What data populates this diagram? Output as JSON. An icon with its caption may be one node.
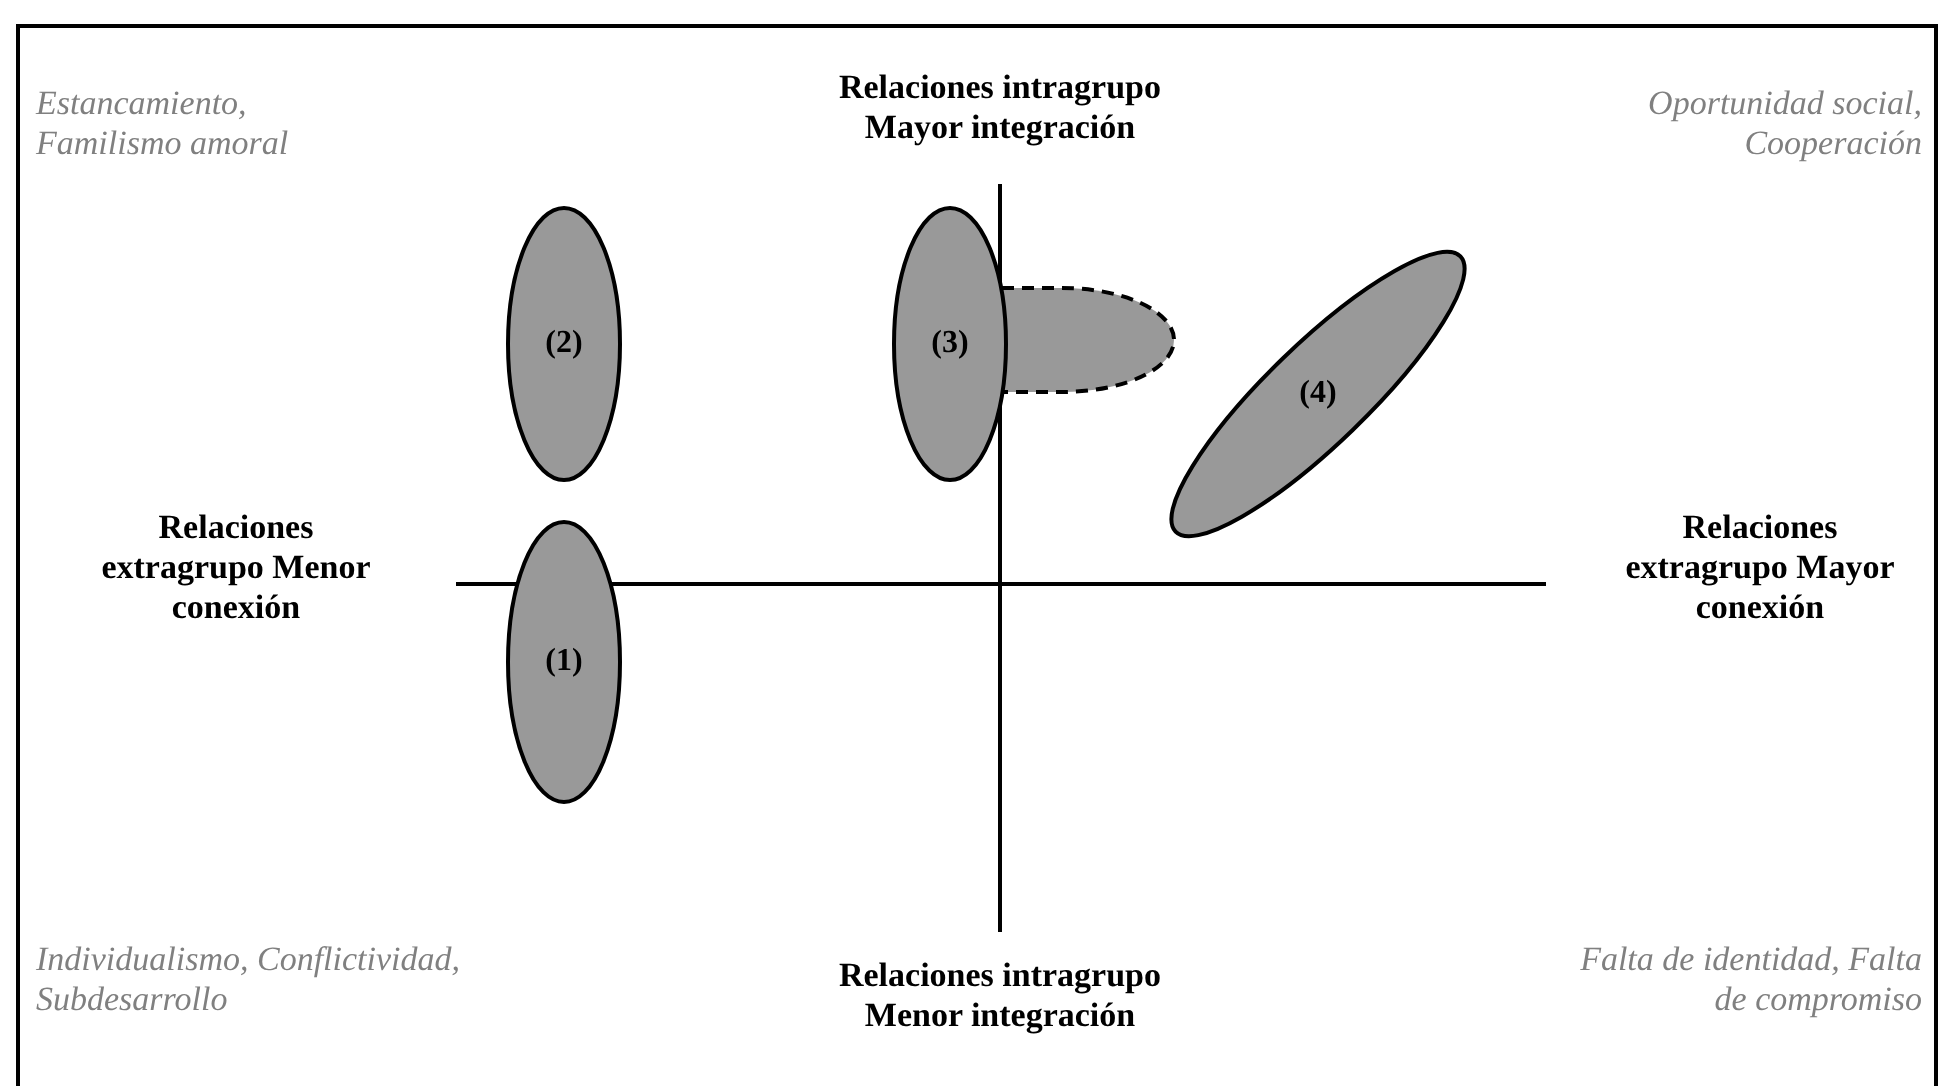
{
  "diagram": {
    "nodes": [
      {
        "text": [
          "(2)"
        ]
      },
      {
        "text": [
          "(3)"
        ]
      },
      {
        "text": [],
        "shape": "ellipse"
      },
      {
        "text": [
          "(4)"
        ]
      },
      {
        "text": [
          "(1)"
        ]
      }
    ],
    "labels": [
      "Estancamiento, Familismo amoral",
      "Relaciones intragrupo Mayor integración",
      "Oportunidad social, Cooperación",
      "Relaciones extragrupo Menor conexión",
      "Relaciones extragrupo Mayor conexión",
      "Individualismo, Conflictividad, Subdesarrollo",
      "Relaciones intragrupo Menor integración",
      "Falta de identidad, Falta de compromiso"
    ]
  }
}
